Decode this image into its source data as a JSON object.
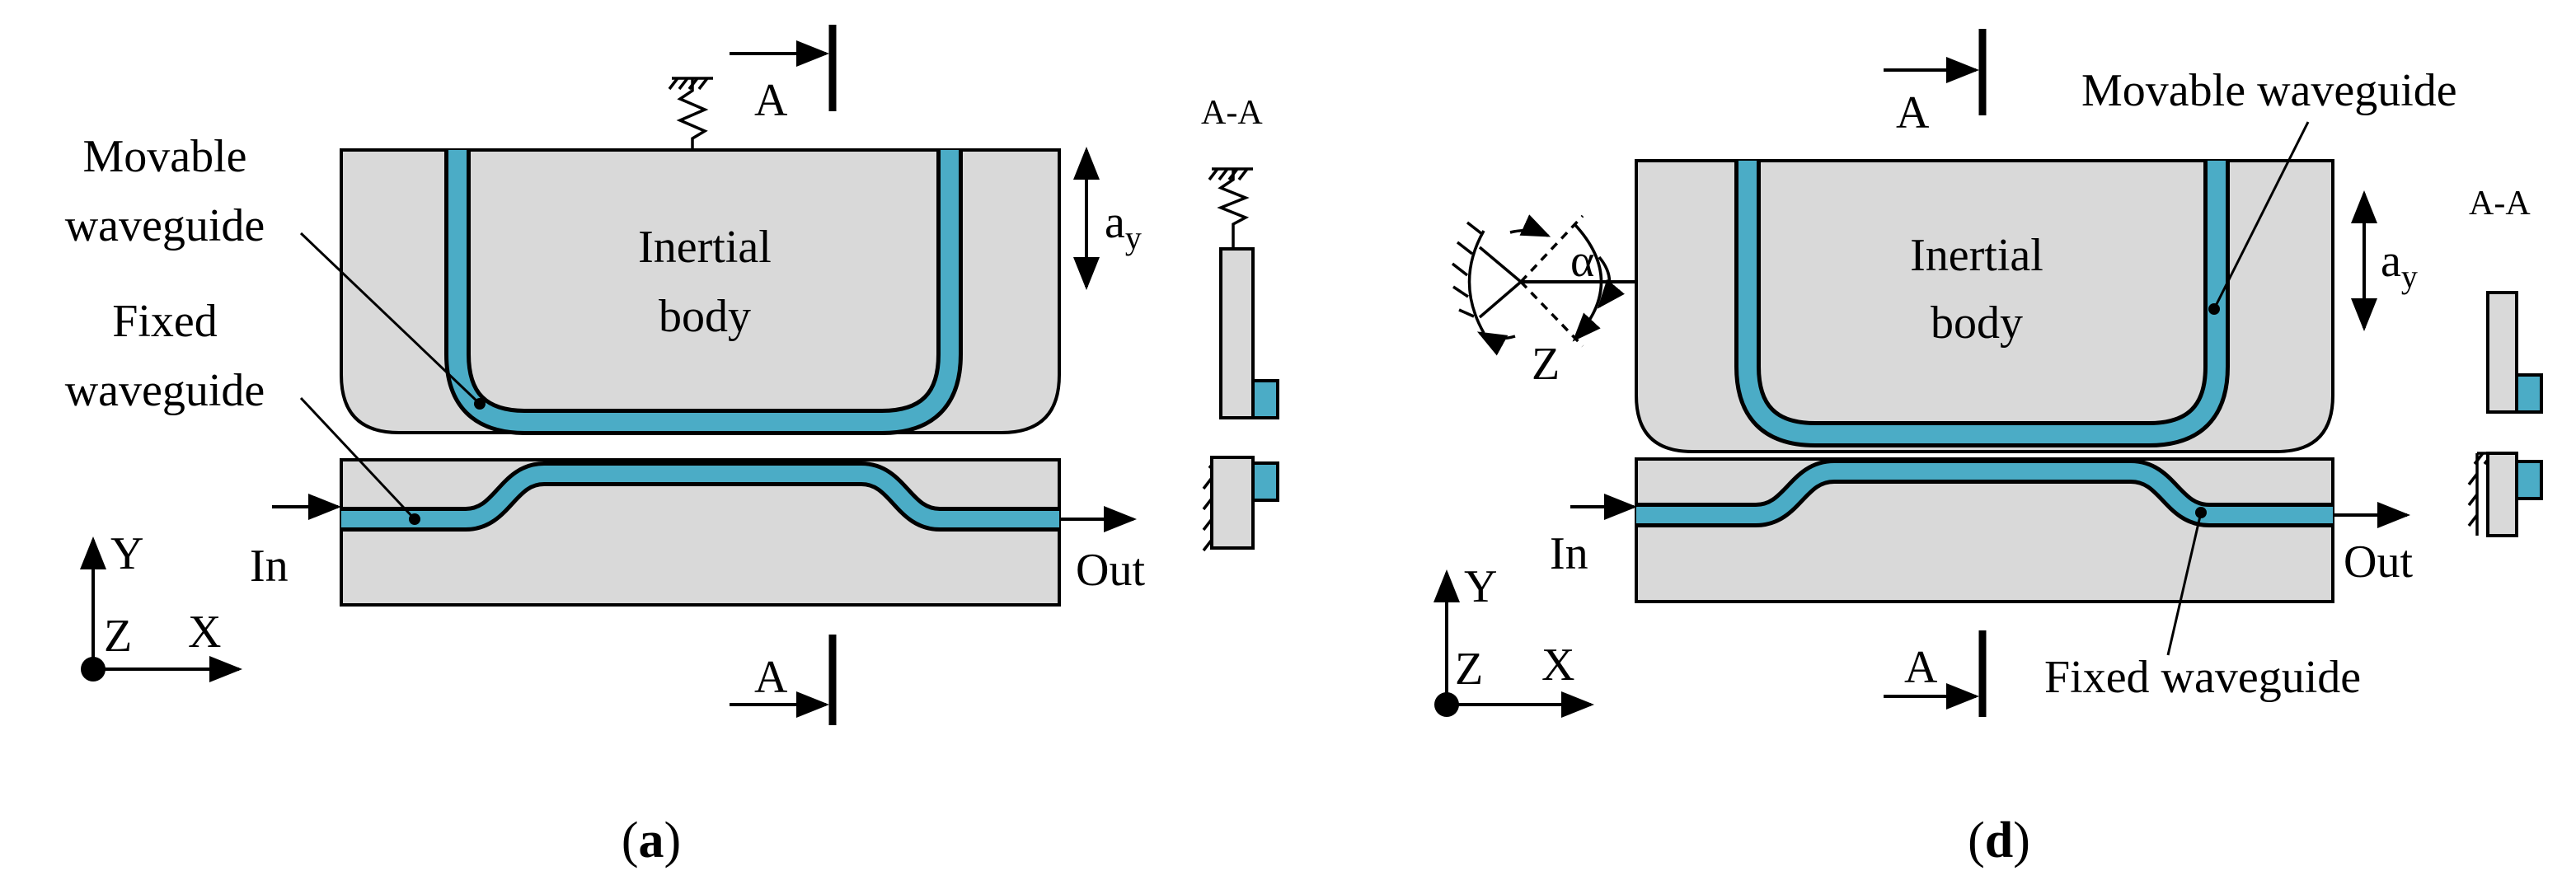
{
  "colors": {
    "body_fill": "#d9d9d9",
    "waveguide": "#4bacc6",
    "stroke": "#000000",
    "background": "#ffffff"
  },
  "panel_a": {
    "label_open": "(",
    "label_letter": "a",
    "label_close": ")",
    "body_line1": "Inertial",
    "body_line2": "body",
    "movable_line1": "Movable",
    "movable_line2": "waveguide",
    "fixed_line1": "Fixed",
    "fixed_line2": "waveguide",
    "in": "In",
    "out": "Out",
    "section_top": "A",
    "section_bottom": "A",
    "section_view": "A-A",
    "accel": "a",
    "accel_sub": "y",
    "axis_y": "Y",
    "axis_x": "X",
    "axis_z": "Z"
  },
  "panel_d": {
    "label_open": "(",
    "label_letter": "d",
    "label_close": ")",
    "body_line1": "Inertial",
    "body_line2": "body",
    "movable": "Movable waveguide",
    "fixed": "Fixed waveguide",
    "in": "In",
    "out": "Out",
    "section_top": "A",
    "section_bottom": "A",
    "section_view": "A-A",
    "accel": "a",
    "accel_sub": "y",
    "angle": "α",
    "rot_axis": "Z",
    "axis_y": "Y",
    "axis_x": "X",
    "axis_z": "Z"
  }
}
